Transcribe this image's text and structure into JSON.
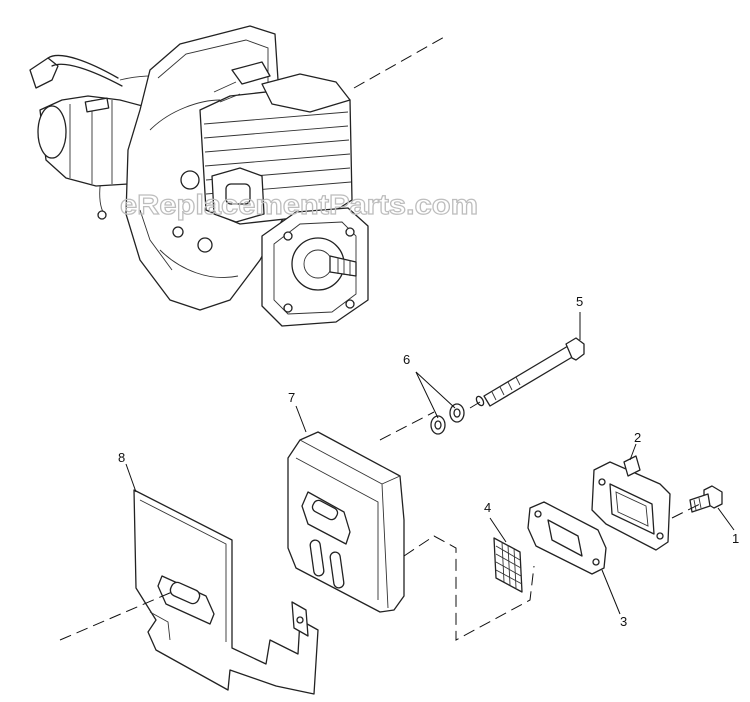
{
  "watermark": "eReplacementParts.com",
  "callouts": {
    "c1": "1",
    "c2": "2",
    "c3": "3",
    "c4": "4",
    "c5": "5",
    "c6": "6",
    "c7": "7",
    "c8": "8"
  },
  "parts": [
    {
      "number": "1",
      "shape": "bolt"
    },
    {
      "number": "2",
      "shape": "flange-bracket"
    },
    {
      "number": "3",
      "shape": "gasket"
    },
    {
      "number": "4",
      "shape": "spark-screen"
    },
    {
      "number": "5",
      "shape": "long-bolt"
    },
    {
      "number": "6",
      "shape": "washers"
    },
    {
      "number": "7",
      "shape": "muffler"
    },
    {
      "number": "8",
      "shape": "heat-shield"
    }
  ]
}
